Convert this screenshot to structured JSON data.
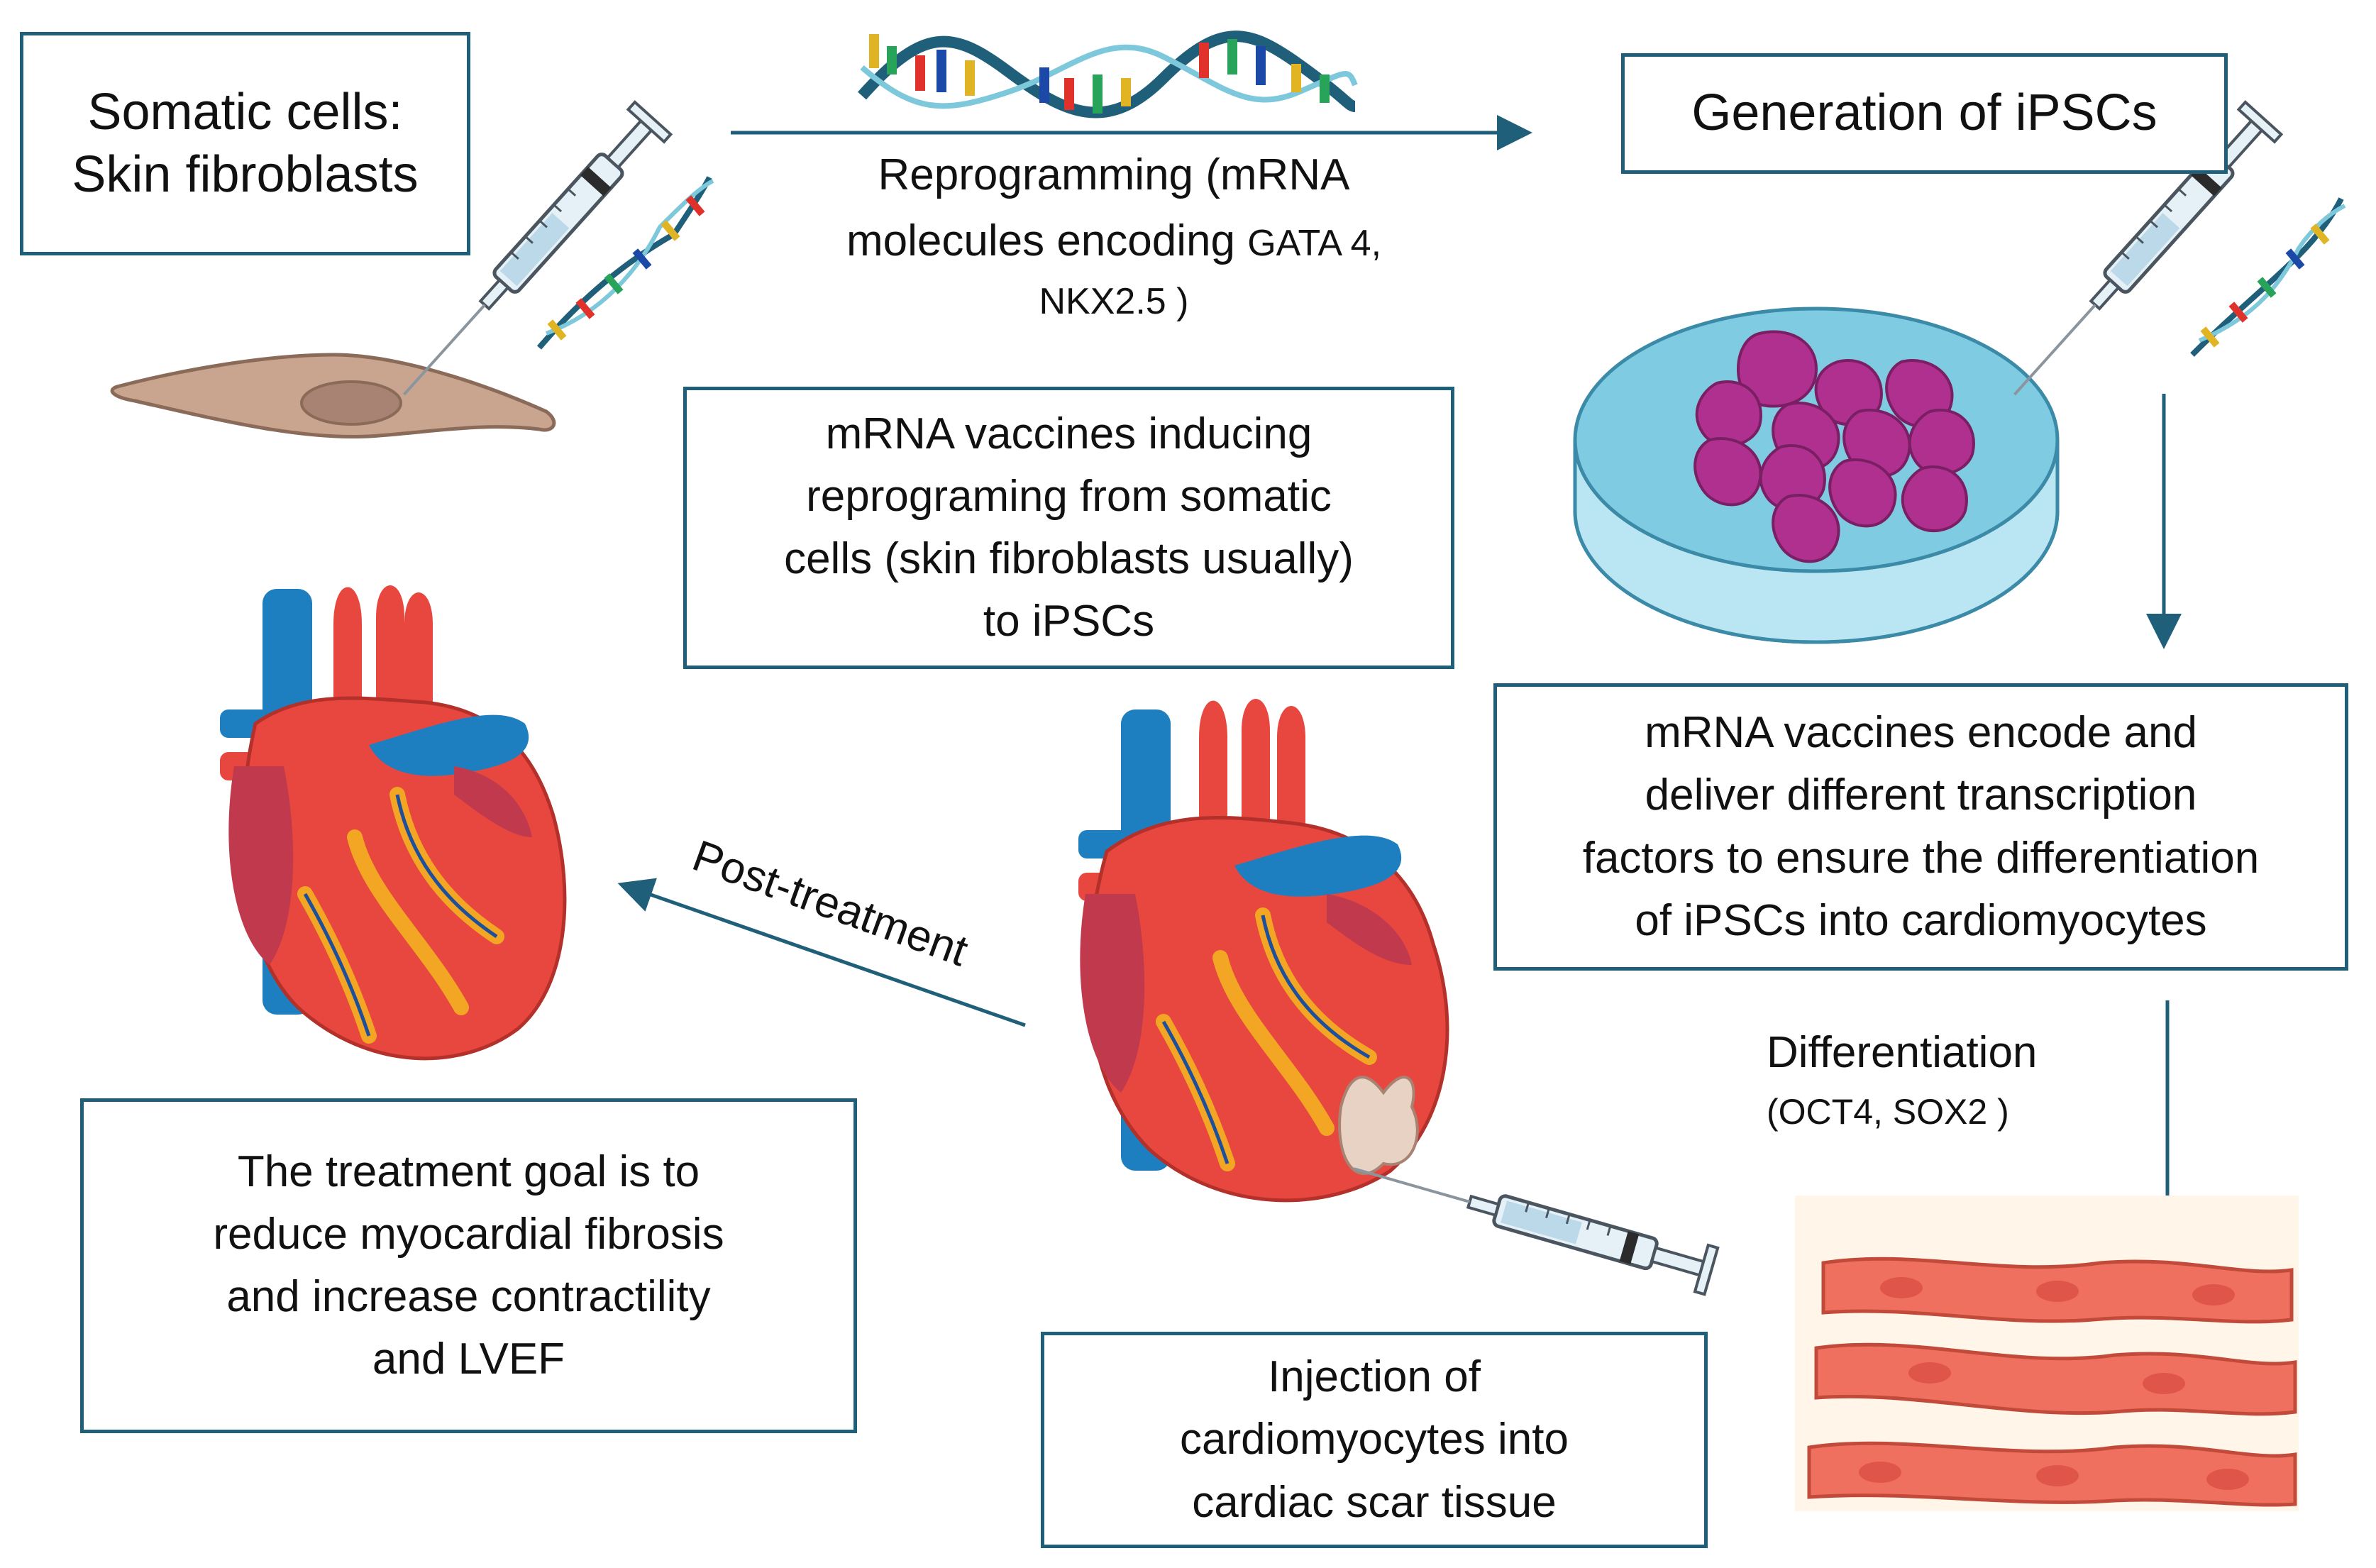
{
  "colors": {
    "arrow": "#1f5f7a",
    "box_border": "#1f5f7a",
    "heart_red": "#e8473f",
    "vessel_blue": "#1e7fc0",
    "cell_magenta": "#b0308f",
    "dish_blue": "#8ed3e8",
    "fibroblast": "#c9a48f",
    "muscle_fiber": "#f07060"
  },
  "icons": [
    "syringe-icon",
    "dna-icon",
    "fibroblast-cell-icon",
    "petri-dish-icon",
    "heart-icon",
    "cardiomyocyte-tissue-icon"
  ],
  "boxes": {
    "somatic": {
      "line1": "Somatic cells:",
      "line2": "Skin fibroblasts"
    },
    "ipsc": {
      "title": "Generation of iPSCs"
    },
    "vaccine_reprogram": {
      "line1": "mRNA vaccines inducing",
      "line2": "reprograming from somatic",
      "line3": "cells (skin fibroblasts usually)",
      "line4": "to iPSCs"
    },
    "transcription": {
      "line1": "mRNA vaccines encode and",
      "line2": "deliver different transcription",
      "line3": "factors to ensure the differentiation",
      "line4": "of iPSCs into cardiomyocytes"
    },
    "goal": {
      "line1": "The treatment goal is to",
      "line2": "reduce myocardial fibrosis",
      "line3": "and increase contractility",
      "line4": "and LVEF"
    },
    "injection": {
      "line1": "Injection of",
      "line2": "cardiomyocytes into",
      "line3": "cardiac scar tissue"
    }
  },
  "labels": {
    "reprogramming": {
      "line1": "Reprogramming (mRNA",
      "line2a": "molecules encoding ",
      "line2b": "GATA 4,",
      "line3": "NKX2.5 )"
    },
    "differentiation": {
      "title": "Differentiation",
      "factors": "(OCT4, SOX2 )"
    },
    "post_treatment": "Post-treatment"
  }
}
